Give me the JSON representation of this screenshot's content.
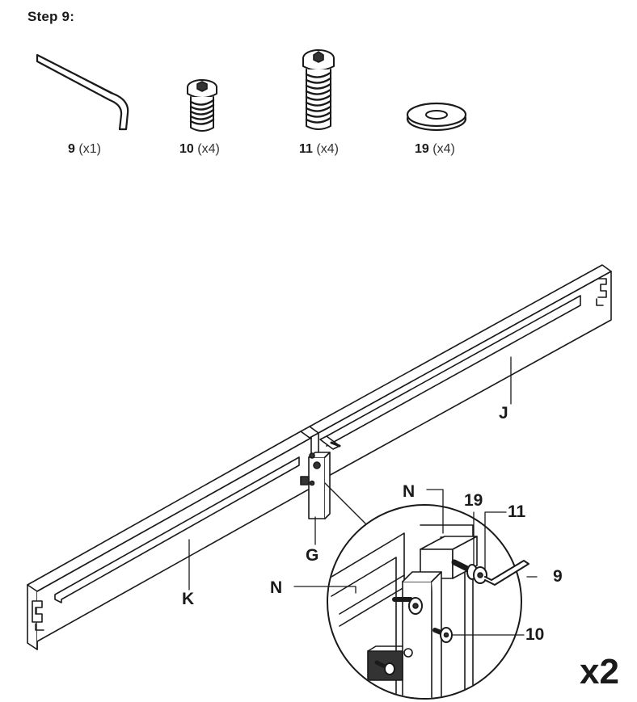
{
  "step": {
    "title": "Step 9:"
  },
  "parts": [
    {
      "id": "9",
      "qty": "(x1)",
      "icon": "hex-key-icon"
    },
    {
      "id": "10",
      "qty": "(x4)",
      "icon": "short-bolt-icon"
    },
    {
      "id": "11",
      "qty": "(x4)",
      "icon": "long-bolt-icon"
    },
    {
      "id": "19",
      "qty": "(x4)",
      "icon": "washer-icon"
    }
  ],
  "callouts": {
    "J": "J",
    "K": "K",
    "G": "G",
    "N_top": "N",
    "N_left": "N",
    "washer": "19",
    "long_bolt": "11",
    "key": "9",
    "short_bolt": "10"
  },
  "multiplier": "x2"
}
